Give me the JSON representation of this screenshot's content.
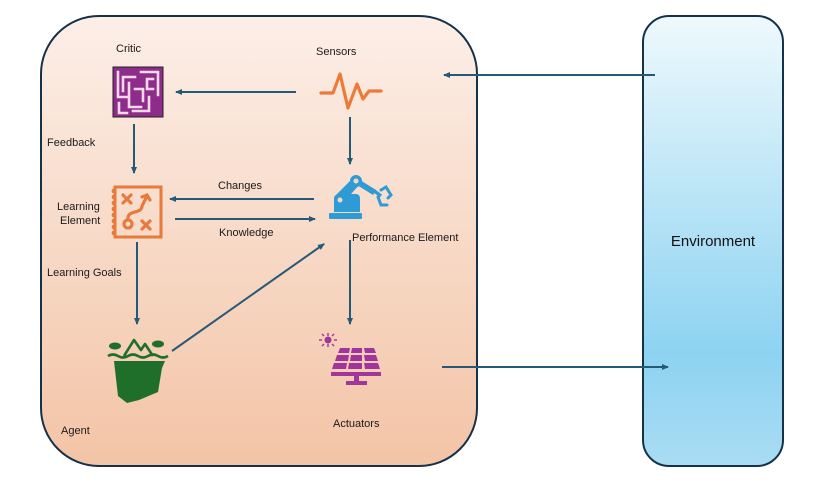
{
  "agent": {
    "label": "Agent",
    "fill_top": "#fcefe8",
    "fill_bottom": "#f3c4a6",
    "border": "#16324a"
  },
  "environment": {
    "label": "Environment",
    "fill_top": "#eef9fd",
    "fill_bottom": "#8dd3f1",
    "border": "#16324a"
  },
  "components": {
    "critic": {
      "label": "Critic",
      "icon": "maze-icon",
      "color": "#8e2c8c"
    },
    "sensors": {
      "label": "Sensors",
      "icon": "pulse-wave-icon",
      "color": "#ec7a38"
    },
    "learning_element": {
      "label_line1": "Learning",
      "label_line2": "Element",
      "icon": "strategy-board-icon",
      "color": "#e87a3c"
    },
    "performance_element": {
      "label": "Performance Element",
      "icon": "robot-arm-icon",
      "color": "#2f9bd5"
    },
    "problem_generator": {
      "icon": "iceberg-icon",
      "color": "#1f6e2a"
    },
    "actuators": {
      "label": "Actuators",
      "icon": "solar-panel-icon",
      "color": "#a2359c"
    }
  },
  "edges": {
    "feedback": "Feedback",
    "changes": "Changes",
    "knowledge": "Knowledge",
    "learning_goals": "Learning Goals"
  },
  "colors": {
    "arrow": "#245a78"
  }
}
